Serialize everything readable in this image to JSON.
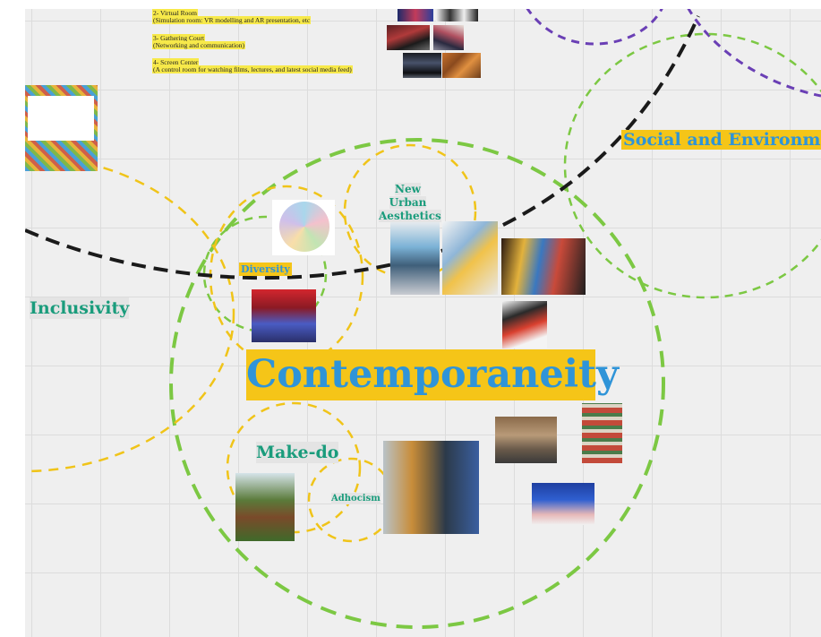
{
  "notes": [
    {
      "title": "2- Virtual Room",
      "detail": "(Simulation room: VR modelling and AR presentation, etc"
    },
    {
      "title": "3- Gathering Court",
      "detail": "(Networking and communication)"
    },
    {
      "title": "4- Screen Center",
      "detail": "(A control room for watching films, lectures, and latest social media feed)"
    }
  ],
  "labels": {
    "main_title": "Contemporaneity",
    "social": "Social and Environmental Crises",
    "new_urban": "New Urban Aesthetics",
    "diversity": "Diversity",
    "inclusivity": "Inclusivity",
    "make_do": "Make-do",
    "adhocism": "Adhocism"
  },
  "colors": {
    "highlight_yellow": "#f5c518",
    "title_blue": "#2f94d8",
    "label_green": "#1a9c7c",
    "circle_green": "#7cc843",
    "circle_yellow": "#f0c419",
    "circle_purple": "#6a3fb5",
    "boundary_black": "#1a1a1a"
  }
}
